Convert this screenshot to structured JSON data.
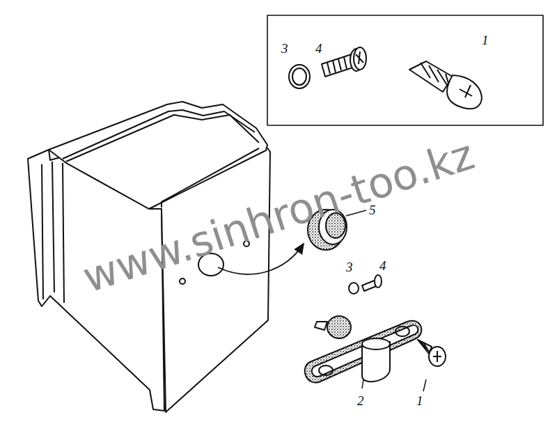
{
  "diagram": {
    "labels": [
      "3",
      "4",
      "1",
      "www.sinhron-too.kz",
      "5",
      "3",
      "4",
      "2",
      "1"
    ]
  }
}
